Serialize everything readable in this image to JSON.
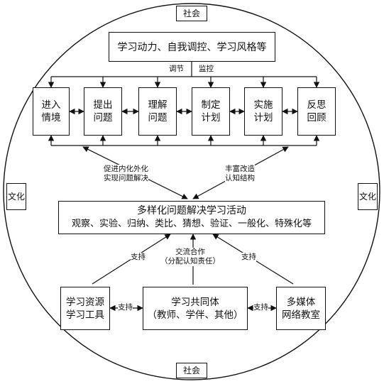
{
  "ring": {
    "top": "社会",
    "bottom": "社会",
    "left": "文化",
    "right": "文化"
  },
  "top_box": "学习动力、自我调控、学习风格等",
  "regulate_label": "调节",
  "monitor_label": "监控",
  "steps": [
    {
      "line1": "进入",
      "line2": "情境"
    },
    {
      "line1": "提出",
      "line2": "问题"
    },
    {
      "line1": "理解",
      "line2": "问题"
    },
    {
      "line1": "制定",
      "line2": "计划"
    },
    {
      "line1": "实施",
      "line2": "计划"
    },
    {
      "line1": "反思",
      "line2": "回顾"
    }
  ],
  "left_arrow_label": {
    "line1": "促进内化外化",
    "line2": "实现问题解决"
  },
  "right_arrow_label": {
    "line1": "丰富改造",
    "line2": "认知结构"
  },
  "center_box": {
    "line1": "多样化问题解决学习活动",
    "line2": "观察、实验、归纳、类比、猜想、验证、一般化、特殊化等"
  },
  "support_left": "支持",
  "support_right": "支持",
  "exchange_label": {
    "line1": "交流合作",
    "line2": "（分配认知责任）"
  },
  "bottom_boxes": {
    "resources": {
      "line1": "学习资源",
      "line2": "学习工具"
    },
    "community": {
      "line1": "学习共同体",
      "line2": "（教师、学伴、其他）"
    },
    "multimedia": {
      "line1": "多媒体",
      "line2": "网络教室"
    }
  },
  "support_mid_left": "支持",
  "support_mid_right": "支持"
}
